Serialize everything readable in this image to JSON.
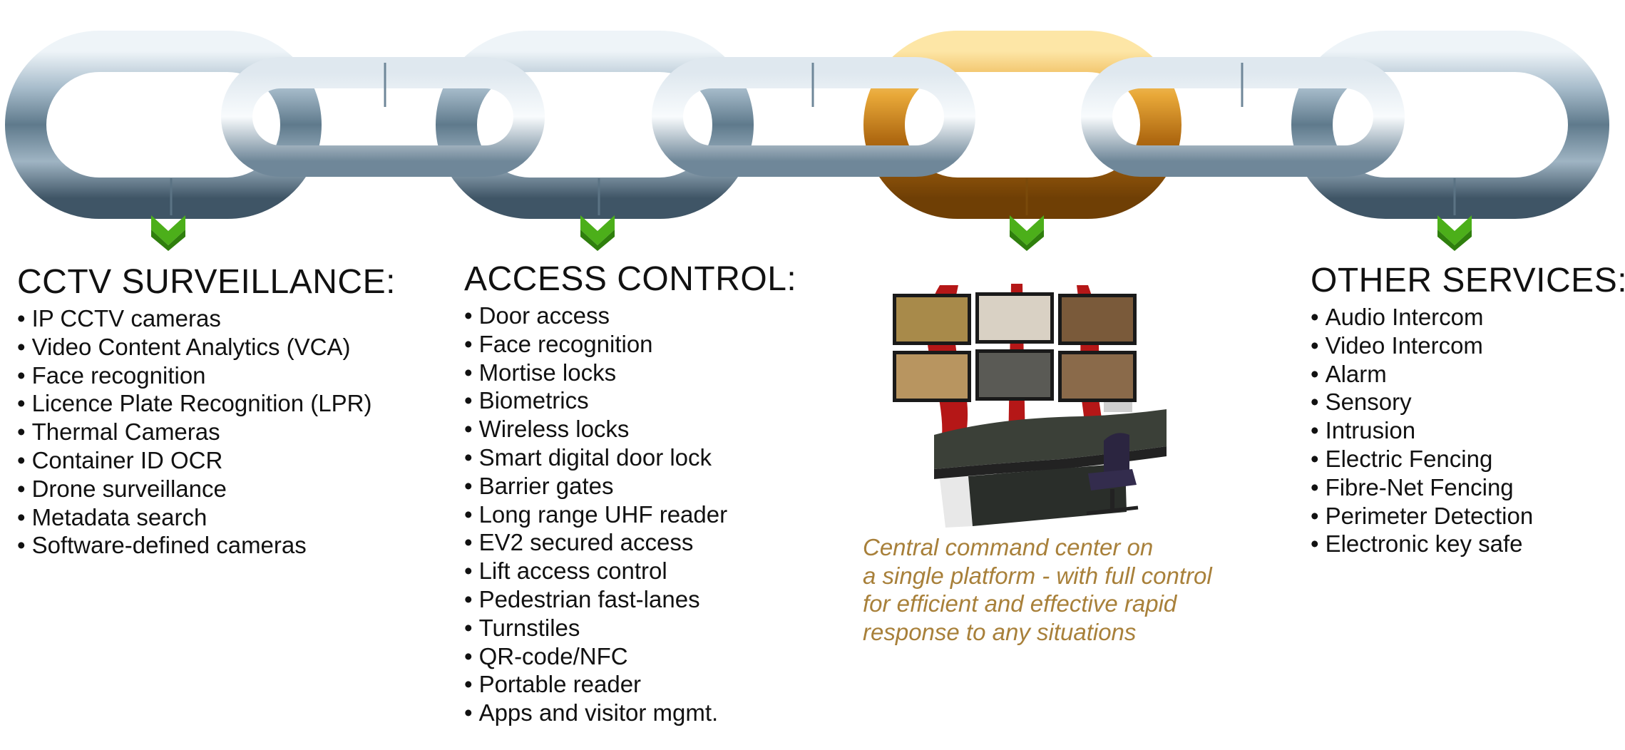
{
  "sections": {
    "cctv": {
      "title": "CCTV SURVEILLANCE:",
      "items": [
        "IP CCTV cameras",
        "Video Content Analytics (VCA)",
        "Face recognition",
        "Licence Plate Recognition (LPR)",
        "Thermal Cameras",
        "Container ID OCR",
        "Drone surveillance",
        "Metadata search",
        "Software-defined cameras"
      ]
    },
    "access": {
      "title": "ACCESS CONTROL:",
      "items": [
        "Door access",
        "Face recognition",
        "Mortise locks",
        "Biometrics",
        "Wireless locks",
        "Smart digital door lock",
        "Barrier gates",
        "Long range UHF reader",
        "EV2 secured access",
        "Lift access control",
        "Pedestrian fast-lanes",
        "Turnstiles",
        "QR-code/NFC",
        "Portable reader",
        "Apps and visitor mgmt."
      ]
    },
    "command": {
      "lines": [
        "Central command center on",
        "a single platform - with full control",
        "for efficient and effective rapid",
        "response to any situations"
      ]
    },
    "other": {
      "title": "OTHER SERVICES:",
      "items": [
        "Audio Intercom",
        "Video Intercom",
        "Alarm",
        "Sensory",
        "Intrusion",
        "Electric Fencing",
        "Fibre-Net Fencing",
        "Perimeter Detection",
        "Electronic key safe"
      ]
    }
  },
  "colors": {
    "steel": "#9fb6c6",
    "gold": "#d8952a",
    "chevron": "#4caf1a",
    "tagline": "#a8803a"
  },
  "icons": [
    "chain-link-steel",
    "chain-link-gold",
    "chevron-down-icon",
    "command-console-image"
  ]
}
